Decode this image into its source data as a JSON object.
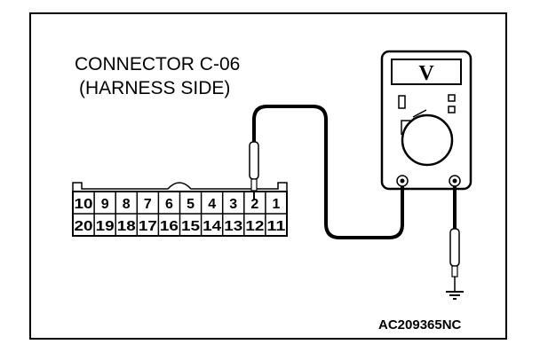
{
  "connector": {
    "title": "CONNECTOR C-06",
    "subtitle": "(HARNESS SIDE)",
    "top_row": [
      "10",
      "9",
      "8",
      "7",
      "6",
      "5",
      "4",
      "3",
      "2",
      "1"
    ],
    "bottom_row": [
      "20",
      "19",
      "18",
      "17",
      "16",
      "15",
      "14",
      "13",
      "12",
      "11"
    ]
  },
  "meter": {
    "display": "V"
  },
  "figure_code": "AC209365NC"
}
